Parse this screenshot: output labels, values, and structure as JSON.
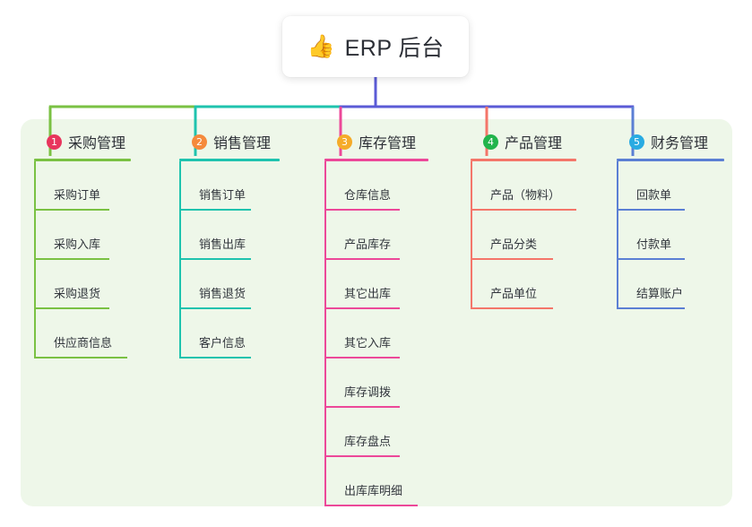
{
  "root": {
    "icon": "thumbs-up-icon",
    "icon_glyph": "👍",
    "title": "ERP 后台"
  },
  "theme": {
    "canvas_bg": "#ffffff",
    "panel_bg": "#eef7e9",
    "card_bg": "#ffffff",
    "text": "#2c2f36",
    "root_stem": "#5b5bd6"
  },
  "columns": [
    {
      "number": "1",
      "title": "采购管理",
      "badge_color": "#e8365d",
      "line_color": "#7ac143",
      "items": [
        {
          "label": "采购订单"
        },
        {
          "label": "采购入库"
        },
        {
          "label": "采购退货"
        },
        {
          "label": "供应商信息"
        }
      ]
    },
    {
      "number": "2",
      "title": "销售管理",
      "badge_color": "#f58a3c",
      "line_color": "#1fc3ae",
      "items": [
        {
          "label": "销售订单"
        },
        {
          "label": "销售出库"
        },
        {
          "label": "销售退货"
        },
        {
          "label": "客户信息"
        }
      ]
    },
    {
      "number": "3",
      "title": "库存管理",
      "badge_color": "#f5ab29",
      "line_color": "#ec4899",
      "items": [
        {
          "label": "仓库信息"
        },
        {
          "label": "产品库存"
        },
        {
          "label": "其它出库"
        },
        {
          "label": "其它入库"
        },
        {
          "label": "库存调拨"
        },
        {
          "label": "库存盘点"
        },
        {
          "label": "出库库明细"
        }
      ]
    },
    {
      "number": "4",
      "title": "产品管理",
      "badge_color": "#22b44c",
      "line_color": "#f4766a",
      "items": [
        {
          "label": "产品（物料）"
        },
        {
          "label": "产品分类"
        },
        {
          "label": "产品单位"
        }
      ]
    },
    {
      "number": "5",
      "title": "财务管理",
      "badge_color": "#29abe2",
      "line_color": "#5b7fd4",
      "items": [
        {
          "label": "回款单"
        },
        {
          "label": "付款单"
        },
        {
          "label": "结算账户"
        }
      ]
    }
  ]
}
